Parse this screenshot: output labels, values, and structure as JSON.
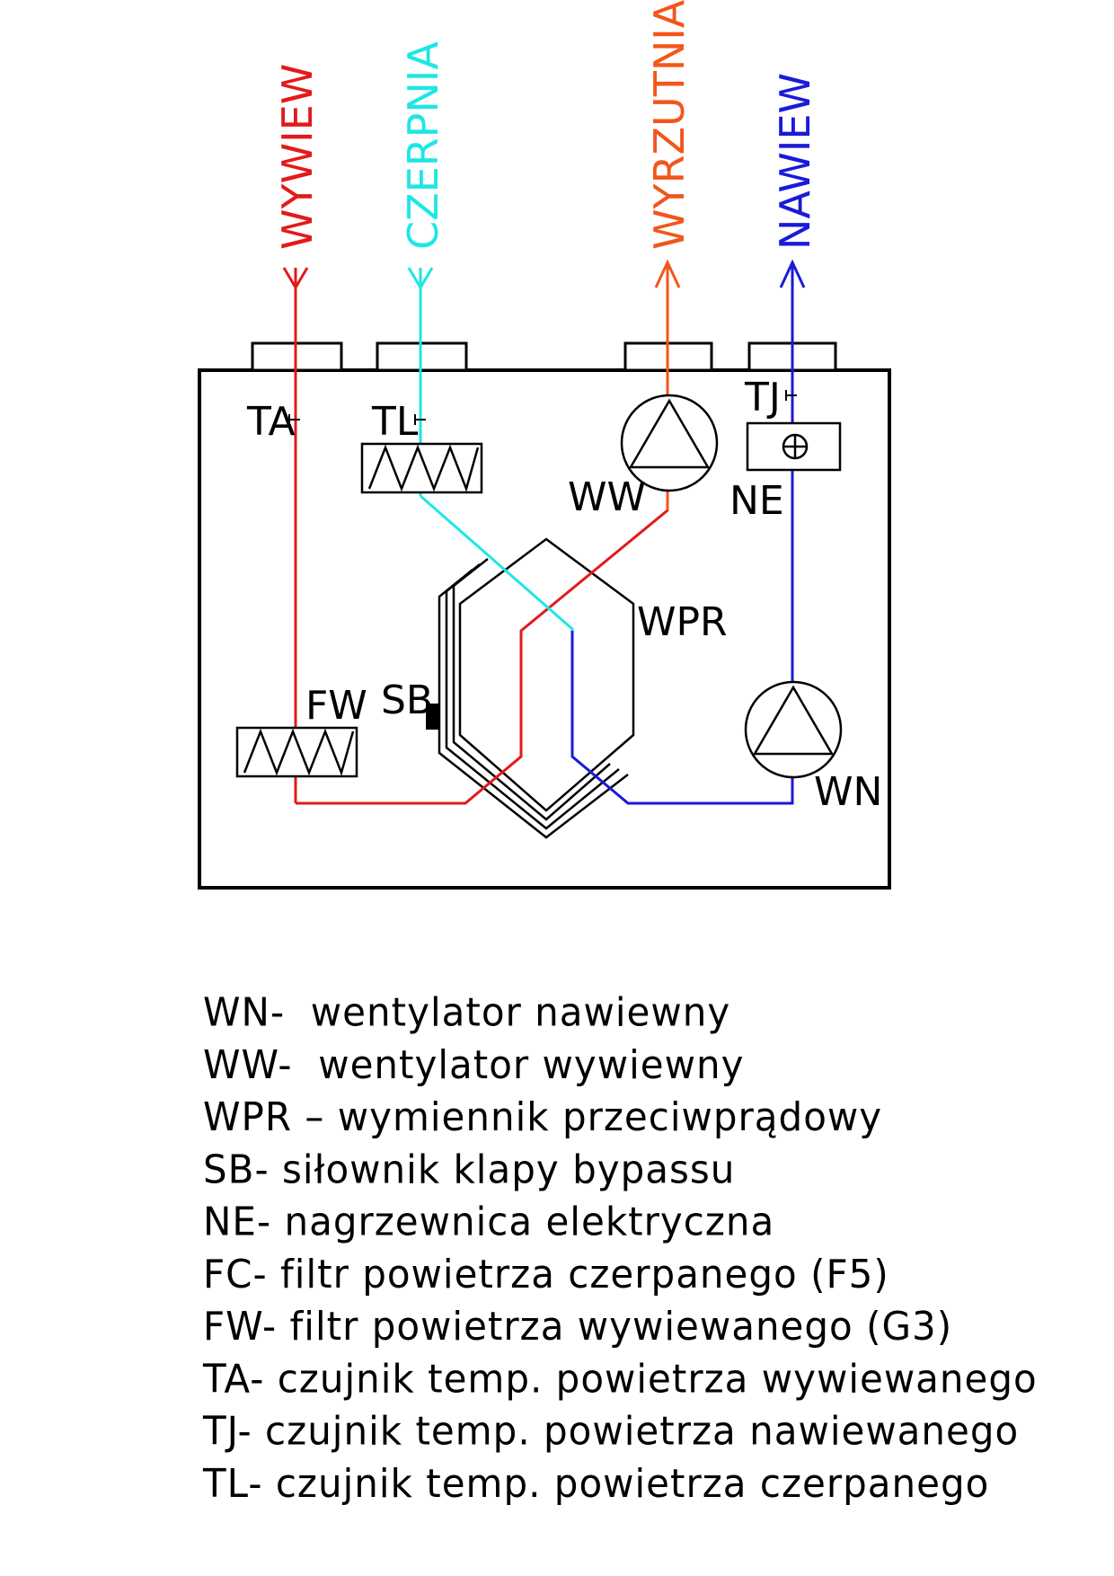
{
  "colors": {
    "extract": "#e31a1a",
    "intake": "#1ee6e6",
    "exhaust": "#f2561a",
    "supply": "#1a1ad9",
    "line": "#000000"
  },
  "ducts": {
    "wywiew": "WYWIEW",
    "czerpnia": "CZERPNIA",
    "wyrzutnia": "WYRZUTNIA",
    "nawiew": "NAWIEW"
  },
  "components": {
    "ta": "TA",
    "tl": "TL",
    "tj": "TJ",
    "ww": "WW",
    "ne": "NE",
    "wpr": "WPR",
    "fw": "FW",
    "sb": "SB",
    "wn": "WN"
  },
  "legend": [
    {
      "code": "WN-",
      "text": "  wentylator nawiewny"
    },
    {
      "code": "WW-",
      "text": "  wentylator wywiewny"
    },
    {
      "code": "WPR",
      "text": " – wymiennik przeciwprądowy"
    },
    {
      "code": "SB-",
      "text": " siłownik klapy bypassu"
    },
    {
      "code": "NE-",
      "text": " nagrzewnica elektryczna"
    },
    {
      "code": "FC-",
      "text": " filtr powietrza czerpanego (F5)"
    },
    {
      "code": "FW-",
      "text": " filtr powietrza wywiewanego (G3)"
    },
    {
      "code": "TA-",
      "text": " czujnik temp. powietrza wywiewanego"
    },
    {
      "code": "TJ-",
      "text": " czujnik temp. powietrza nawiewanego"
    },
    {
      "code": "TL-",
      "text": " czujnik temp. powietrza czerpanego"
    }
  ]
}
